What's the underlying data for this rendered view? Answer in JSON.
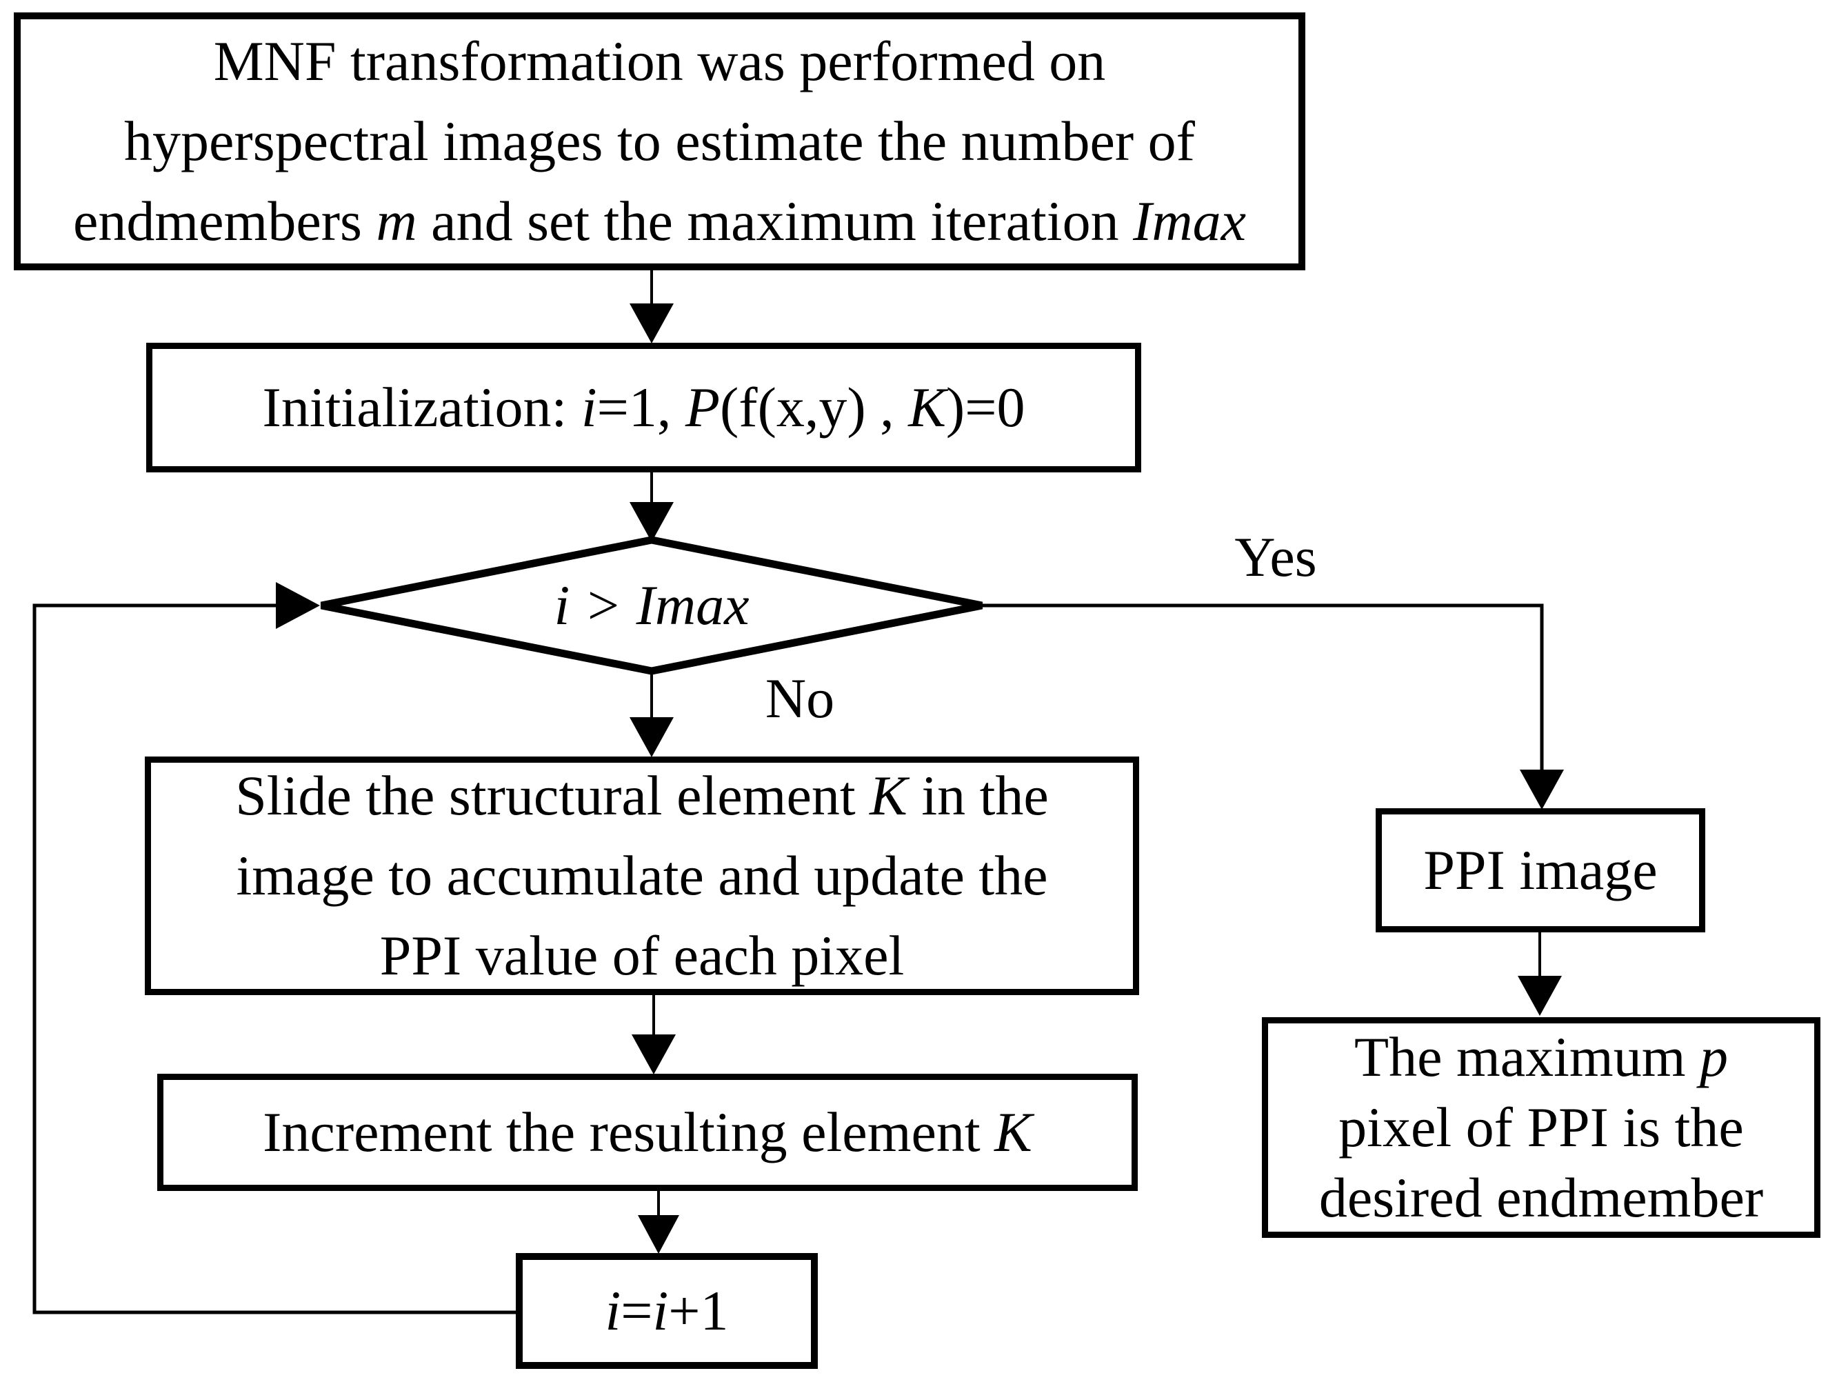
{
  "figure": {
    "type": "flowchart",
    "colors": {
      "background": "#ffffff",
      "line": "#000000",
      "text": "#000000",
      "node_fill": "#ffffff"
    },
    "nodes": {
      "mnf": {
        "line1": "MNF transformation was performed on",
        "line2": "hyperspectral images to estimate the number of",
        "line3a": "endmembers ",
        "line3b": "m",
        "line3c": " and set the maximum iteration ",
        "line3d": "Imax"
      },
      "init": {
        "a": "Initialization: ",
        "b": "i",
        "c": "=1, ",
        "d": "P",
        "e": "(f(x,y) , ",
        "f": "K",
        "g": ")=0"
      },
      "decision": {
        "a": "i",
        "b": " > ",
        "c": "Imax"
      },
      "slide": {
        "line1a": "Slide the structural element ",
        "line1b": "K",
        "line1c": " in the",
        "line2": "image to accumulate and update the",
        "line3": "PPI value of each pixel"
      },
      "increment": {
        "a": "Increment the resulting element ",
        "b": "K"
      },
      "iplus": {
        "a": "i",
        "b": "=",
        "c": "i",
        "d": "+1"
      },
      "ppi": {
        "label": "PPI image"
      },
      "maxp": {
        "line1a": "The maximum ",
        "line1b": "p",
        "line2": "pixel of PPI is the",
        "line3": "desired endmember"
      }
    },
    "labels": {
      "yes": "Yes",
      "no": "No"
    }
  }
}
